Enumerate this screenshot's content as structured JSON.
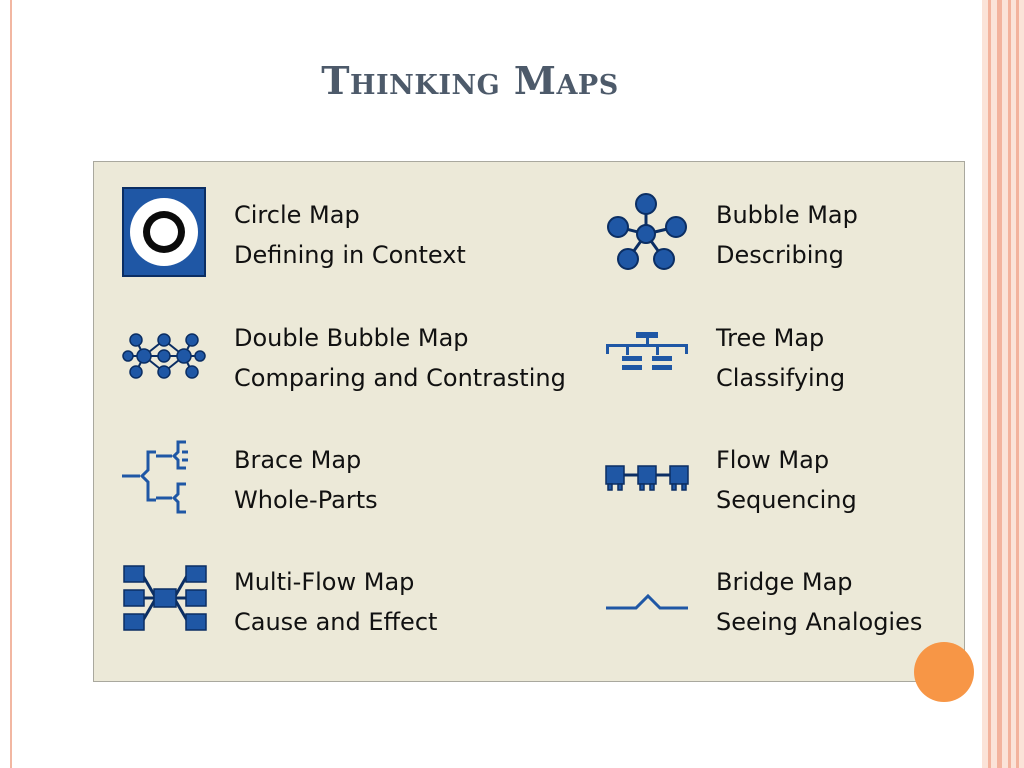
{
  "slide": {
    "title": "Thinking Maps"
  },
  "maps": [
    {
      "name": "Circle Map",
      "purpose": "Defining in Context",
      "icon": "circle-map-icon"
    },
    {
      "name": "Bubble Map",
      "purpose": "Describing",
      "icon": "bubble-map-icon"
    },
    {
      "name": "Double Bubble Map",
      "purpose": "Comparing and Contrasting",
      "icon": "double-bubble-map-icon"
    },
    {
      "name": "Tree Map",
      "purpose": "Classifying",
      "icon": "tree-map-icon"
    },
    {
      "name": "Brace Map",
      "purpose": "Whole-Parts",
      "icon": "brace-map-icon"
    },
    {
      "name": "Flow Map",
      "purpose": "Sequencing",
      "icon": "flow-map-icon"
    },
    {
      "name": "Multi-Flow Map",
      "purpose": "Cause and Effect",
      "icon": "multi-flow-map-icon"
    },
    {
      "name": "Bridge Map",
      "purpose": "Seeing Analogies",
      "icon": "bridge-map-icon"
    }
  ],
  "colors": {
    "icon_blue": "#1f57a5",
    "panel_bg": "#ece9d8",
    "title": "#4d5a6a",
    "accent_orange": "#f79646",
    "border_salmon": "#f3b39d"
  }
}
